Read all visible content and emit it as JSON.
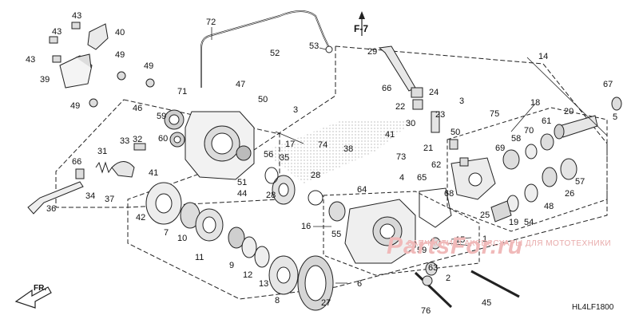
{
  "diagram": {
    "drawing_code": "HL4LF1800",
    "frame_tag": "F-7",
    "front_arrow": "FR.",
    "watermark": {
      "brand": "PartsFor.ru",
      "tagline": "ЗАПЧАСТИ И АКСЕССУАРЫ ДЛЯ МОТОТЕХНИКИ"
    },
    "callouts": [
      {
        "id": "c1",
        "label": "1"
      },
      {
        "id": "c2",
        "label": "2"
      },
      {
        "id": "c3a",
        "label": "3"
      },
      {
        "id": "c3b",
        "label": "3"
      },
      {
        "id": "c4",
        "label": "4"
      },
      {
        "id": "c5",
        "label": "5"
      },
      {
        "id": "c6",
        "label": "6"
      },
      {
        "id": "c7",
        "label": "7"
      },
      {
        "id": "c8",
        "label": "8"
      },
      {
        "id": "c9",
        "label": "9"
      },
      {
        "id": "c10",
        "label": "10"
      },
      {
        "id": "c11",
        "label": "11"
      },
      {
        "id": "c12",
        "label": "12"
      },
      {
        "id": "c13",
        "label": "13"
      },
      {
        "id": "c14",
        "label": "14"
      },
      {
        "id": "c15",
        "label": "15"
      },
      {
        "id": "c16",
        "label": "16"
      },
      {
        "id": "c17",
        "label": "17"
      },
      {
        "id": "c18",
        "label": "18"
      },
      {
        "id": "c19",
        "label": "19"
      },
      {
        "id": "c20",
        "label": "20"
      },
      {
        "id": "c21",
        "label": "21"
      },
      {
        "id": "c22",
        "label": "22"
      },
      {
        "id": "c23",
        "label": "23"
      },
      {
        "id": "c24",
        "label": "24"
      },
      {
        "id": "c25",
        "label": "25"
      },
      {
        "id": "c26",
        "label": "26"
      },
      {
        "id": "c27",
        "label": "27"
      },
      {
        "id": "c28a",
        "label": "28"
      },
      {
        "id": "c28b",
        "label": "28"
      },
      {
        "id": "c29",
        "label": "29"
      },
      {
        "id": "c30",
        "label": "30"
      },
      {
        "id": "c31",
        "label": "31"
      },
      {
        "id": "c32",
        "label": "32"
      },
      {
        "id": "c33",
        "label": "33"
      },
      {
        "id": "c34",
        "label": "34"
      },
      {
        "id": "c35",
        "label": "35"
      },
      {
        "id": "c36",
        "label": "36"
      },
      {
        "id": "c37",
        "label": "37"
      },
      {
        "id": "c38",
        "label": "38"
      },
      {
        "id": "c39",
        "label": "39"
      },
      {
        "id": "c40",
        "label": "40"
      },
      {
        "id": "c41a",
        "label": "41"
      },
      {
        "id": "c41b",
        "label": "41"
      },
      {
        "id": "c42",
        "label": "42"
      },
      {
        "id": "c43a",
        "label": "43"
      },
      {
        "id": "c43b",
        "label": "43"
      },
      {
        "id": "c43c",
        "label": "43"
      },
      {
        "id": "c44",
        "label": "44"
      },
      {
        "id": "c45",
        "label": "45"
      },
      {
        "id": "c46",
        "label": "46"
      },
      {
        "id": "c47",
        "label": "47"
      },
      {
        "id": "c48",
        "label": "48"
      },
      {
        "id": "c49a",
        "label": "49"
      },
      {
        "id": "c49b",
        "label": "49"
      },
      {
        "id": "c49c",
        "label": "49"
      },
      {
        "id": "c50a",
        "label": "50"
      },
      {
        "id": "c50b",
        "label": "50"
      },
      {
        "id": "c51",
        "label": "51"
      },
      {
        "id": "c52",
        "label": "52"
      },
      {
        "id": "c53",
        "label": "53"
      },
      {
        "id": "c54",
        "label": "54"
      },
      {
        "id": "c55",
        "label": "55"
      },
      {
        "id": "c56",
        "label": "56"
      },
      {
        "id": "c57",
        "label": "57"
      },
      {
        "id": "c58",
        "label": "58"
      },
      {
        "id": "c59a",
        "label": "59"
      },
      {
        "id": "c59b",
        "label": "59"
      },
      {
        "id": "c60",
        "label": "60"
      },
      {
        "id": "c61",
        "label": "61"
      },
      {
        "id": "c62",
        "label": "62"
      },
      {
        "id": "c63",
        "label": "63"
      },
      {
        "id": "c64",
        "label": "64"
      },
      {
        "id": "c65",
        "label": "65"
      },
      {
        "id": "c66a",
        "label": "66"
      },
      {
        "id": "c66b",
        "label": "66"
      },
      {
        "id": "c67",
        "label": "67"
      },
      {
        "id": "c68",
        "label": "68"
      },
      {
        "id": "c69",
        "label": "69"
      },
      {
        "id": "c70",
        "label": "70"
      },
      {
        "id": "c71",
        "label": "71"
      },
      {
        "id": "c72",
        "label": "72"
      },
      {
        "id": "c73",
        "label": "73"
      },
      {
        "id": "c74",
        "label": "74"
      },
      {
        "id": "c75",
        "label": "75"
      },
      {
        "id": "c76",
        "label": "76"
      }
    ]
  }
}
